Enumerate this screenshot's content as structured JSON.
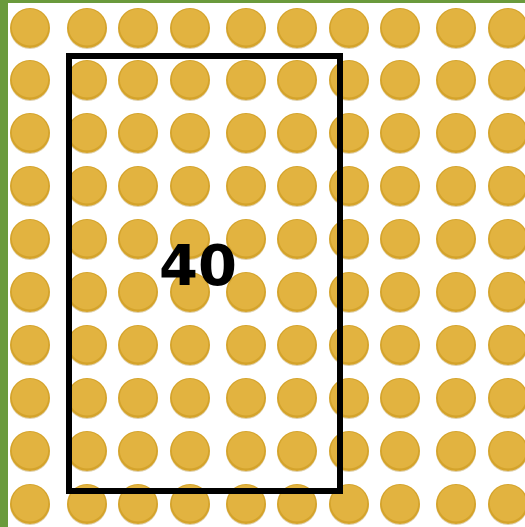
{
  "grid": {
    "rows": 10,
    "columns": 10,
    "dot_color": "#e2b340",
    "dot_rim_color": "#d4a32b"
  },
  "highlight": {
    "rows": 8,
    "columns": 5,
    "label": "40",
    "border_color": "#000000"
  },
  "background": {
    "left_strip_color": "#6a9a3c",
    "field_color": "#ffffff"
  }
}
